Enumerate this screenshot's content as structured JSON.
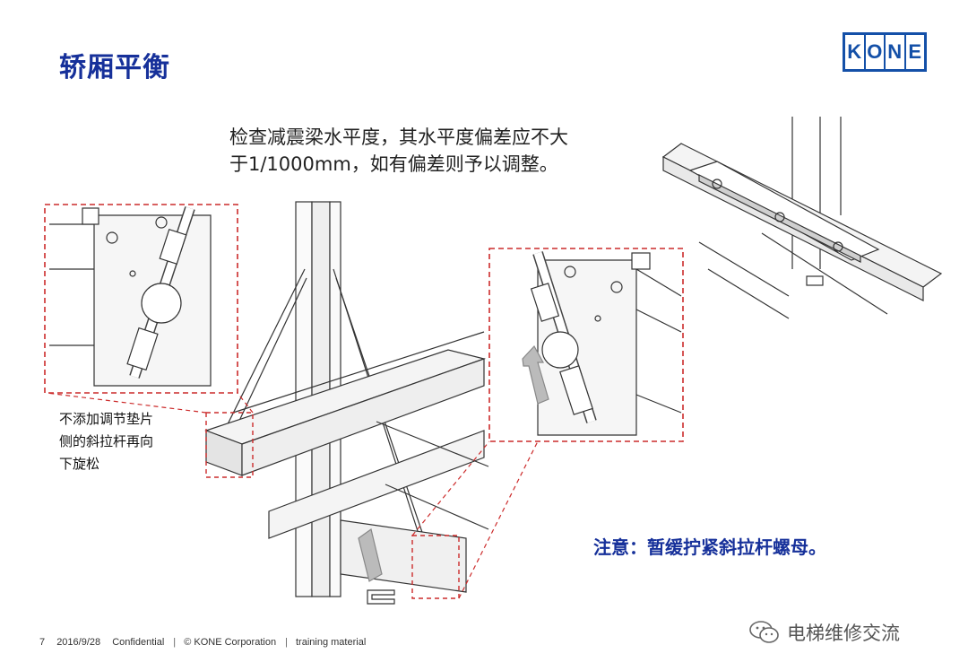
{
  "slide": {
    "title": "轿厢平衡",
    "logo_letters": [
      "K",
      "O",
      "N",
      "E"
    ],
    "description_line1": "检查减震梁水平度，其水平度偏差应不大",
    "description_line2": "于1/1000mm，如有偏差则予以调整。",
    "side_note_line1": "不添加调节垫片",
    "side_note_line2": "侧的斜拉杆再向",
    "side_note_line3": "下旋松",
    "warning": "注意：暂缓拧紧斜拉杆螺母。",
    "footer": {
      "page": "7",
      "date": "2016/9/28",
      "confidential": "Confidential",
      "company": "© KONE Corporation",
      "material": "training material",
      "separator": "|"
    },
    "watermark": "电梯维修交流"
  },
  "colors": {
    "title_blue": "#16309a",
    "logo_blue": "#1450a8",
    "dashed_red": "#cc2b2b",
    "line_gray": "#333333"
  }
}
